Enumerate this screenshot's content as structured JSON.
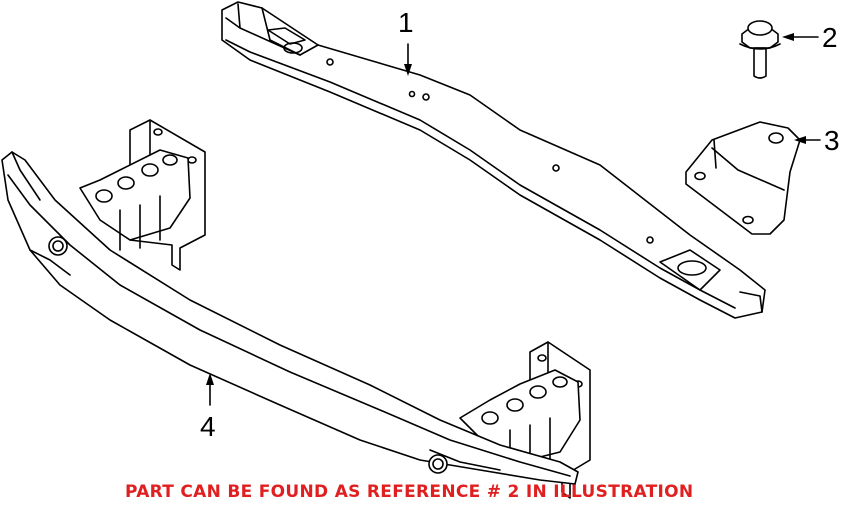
{
  "callouts": {
    "c1": "1",
    "c2": "2",
    "c3": "3",
    "c4": "4"
  },
  "parts": {
    "p1": "upper-crossmember-rail",
    "p2": "flange-bolt",
    "p3": "mounting-bracket",
    "p4": "bumper-reinforcement-beam"
  },
  "note": {
    "text": "PART CAN BE FOUND AS REFERENCE # 2 IN ILLUSTRATION",
    "color": "#e02020"
  }
}
